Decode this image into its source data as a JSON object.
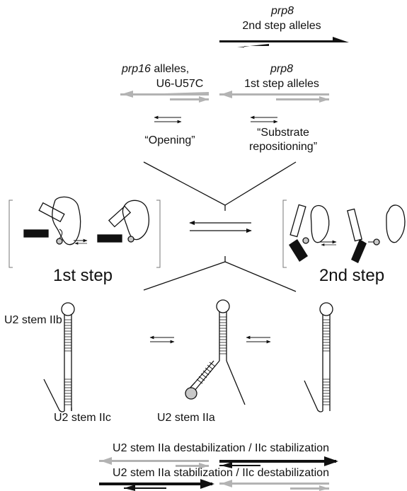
{
  "top": {
    "prp8_2nd_gene": "prp8",
    "prp8_2nd_label": "2nd step alleles",
    "prp16_gene": "prp16",
    "prp16_label_rest": " alleles,",
    "u6_label": "U6-U57C",
    "prp8_1st_gene": "prp8",
    "prp8_1st_label": "1st step alleles",
    "opening_label": "“Opening”",
    "substrate_line1": "“Substrate",
    "substrate_line2": "repositioning”"
  },
  "steps": {
    "first": "1st step",
    "second": "2nd step"
  },
  "stems": {
    "iib": "U2 stem IIb",
    "iic": "U2 stem IIc",
    "iia": "U2 stem IIa"
  },
  "bottom": {
    "line1": "U2 stem IIa destabilization / IIc stabilization",
    "line2": "U2 stem IIa stabilization / IIc destabilization"
  },
  "colors": {
    "black": "#111111",
    "gray": "#b3b3b3",
    "node_fill": "#c8c8c8"
  }
}
